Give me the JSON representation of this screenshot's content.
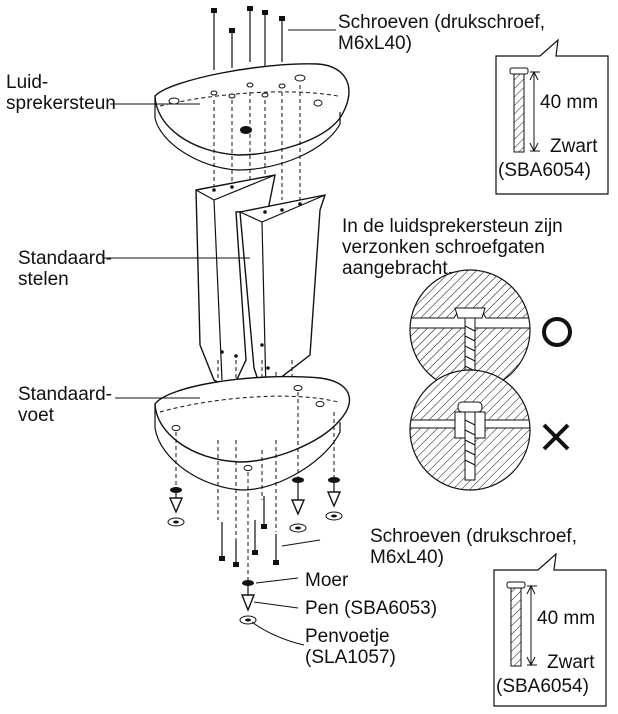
{
  "labels": {
    "screws_top": [
      "Schroeven (drukschroef,",
      "M6xL40)"
    ],
    "speaker_support": [
      "Luid-",
      "sprekersteun"
    ],
    "posts": [
      "Standaard-",
      "stelen"
    ],
    "base": [
      "Standaard-",
      "voet"
    ],
    "countersunk_note": [
      "In de luidsprekersteun zijn",
      "verzonken schroefgaten",
      "aangebracht."
    ],
    "screws_bottom": [
      "Schroeven (drukschroef,",
      "M6xL40)"
    ],
    "nut": "Moer",
    "pin": "Pen (SBA6053)",
    "pin_foot": [
      "Penvoetje",
      "(SLA1057)"
    ]
  },
  "screw_callout_top": {
    "length": "40 mm",
    "color": "Zwart",
    "code": "(SBA6054)"
  },
  "screw_callout_bottom": {
    "length": "40 mm",
    "color": "Zwart",
    "code": "(SBA6054)"
  },
  "symbols": {
    "correct": "circle-icon",
    "wrong": "cross-icon"
  }
}
